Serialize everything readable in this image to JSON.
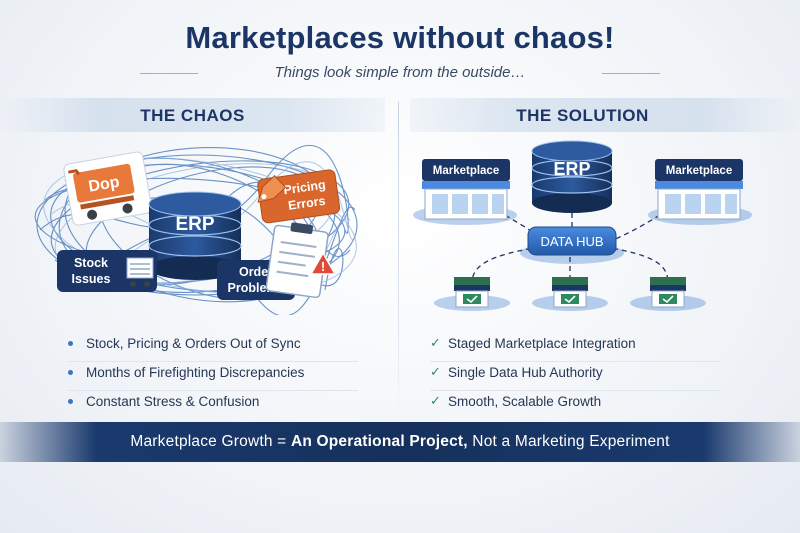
{
  "title": "Marketplaces without chaos!",
  "subtitle": "Things look simple from the outside…",
  "left": {
    "heading": "THE CHAOS",
    "labels": {
      "shop": "Dop",
      "erp": "ERP",
      "pricing_line1": "Pricing",
      "pricing_line2": "Errors",
      "stock_line1": "Stock",
      "stock_line2": "Issues",
      "order_line1": "Order",
      "order_line2": "Problems"
    },
    "bullets": [
      "Stock, Pricing & Orders Out of Sync",
      "Months of Firefighting Discrepancies",
      "Constant Stress & Confusion"
    ]
  },
  "right": {
    "heading": "THE SOLUTION",
    "labels": {
      "marketplace_left": "Marketplace",
      "marketplace_right": "Marketplace",
      "erp": "ERP",
      "data_hub": "DATA HUB"
    },
    "bullets": [
      "Staged Marketplace Integration",
      "Single Data Hub Authority",
      "Smooth, Scalable Growth"
    ]
  },
  "footer": {
    "part1": "Marketplace Growth = ",
    "part2": "An Operational Project,",
    "part3": " Not a Marketing Experiment"
  },
  "colors": {
    "navy": "#1b3566",
    "accent_orange": "#e8793a",
    "hub_blue": "#2d6fc4",
    "check_green": "#2d8a6f"
  }
}
